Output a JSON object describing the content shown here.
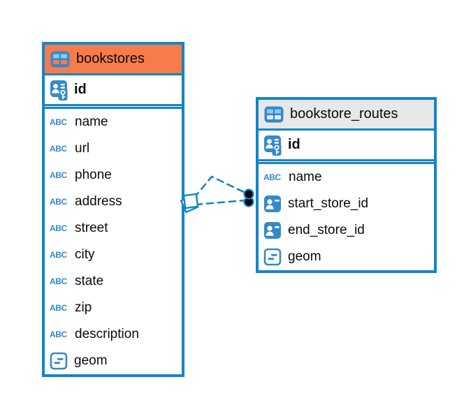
{
  "diagram": {
    "background_color": "#ffffff",
    "accent_blue": "#1485C8",
    "icon_blue": "#338ACB",
    "icon_light_blue": "#8EC7EC",
    "tables": [
      {
        "name": "bookstores",
        "header_bg": "#F87B4B",
        "header_icon": "table-icon",
        "keys": [
          {
            "name": "id",
            "icon": "primary-key-icon"
          }
        ],
        "columns": [
          {
            "name": "name",
            "icon": "text-icon"
          },
          {
            "name": "url",
            "icon": "text-icon"
          },
          {
            "name": "phone",
            "icon": "text-icon"
          },
          {
            "name": "address",
            "icon": "text-icon"
          },
          {
            "name": "street",
            "icon": "text-icon"
          },
          {
            "name": "city",
            "icon": "text-icon"
          },
          {
            "name": "state",
            "icon": "text-icon"
          },
          {
            "name": "zip",
            "icon": "text-icon"
          },
          {
            "name": "description",
            "icon": "text-icon"
          },
          {
            "name": "geom",
            "icon": "geometry-icon"
          }
        ]
      },
      {
        "name": "bookstore_routes",
        "header_bg": "#E8E8E8",
        "header_icon": "table-icon",
        "keys": [
          {
            "name": "id",
            "icon": "primary-key-icon"
          }
        ],
        "columns": [
          {
            "name": "name",
            "icon": "text-icon"
          },
          {
            "name": "start_store_id",
            "icon": "foreign-key-icon"
          },
          {
            "name": "end_store_id",
            "icon": "foreign-key-icon"
          },
          {
            "name": "geom",
            "icon": "geometry-icon"
          }
        ]
      }
    ],
    "relationships": {
      "from_table": "bookstores",
      "to_table": "bookstore_routes",
      "line_count": 2,
      "line_style": "dashed",
      "line_color": "#1485C8",
      "from_marker": "stacked-squares",
      "to_marker": "stacked-black-dots"
    },
    "text_icon_glyph": "ABC"
  }
}
